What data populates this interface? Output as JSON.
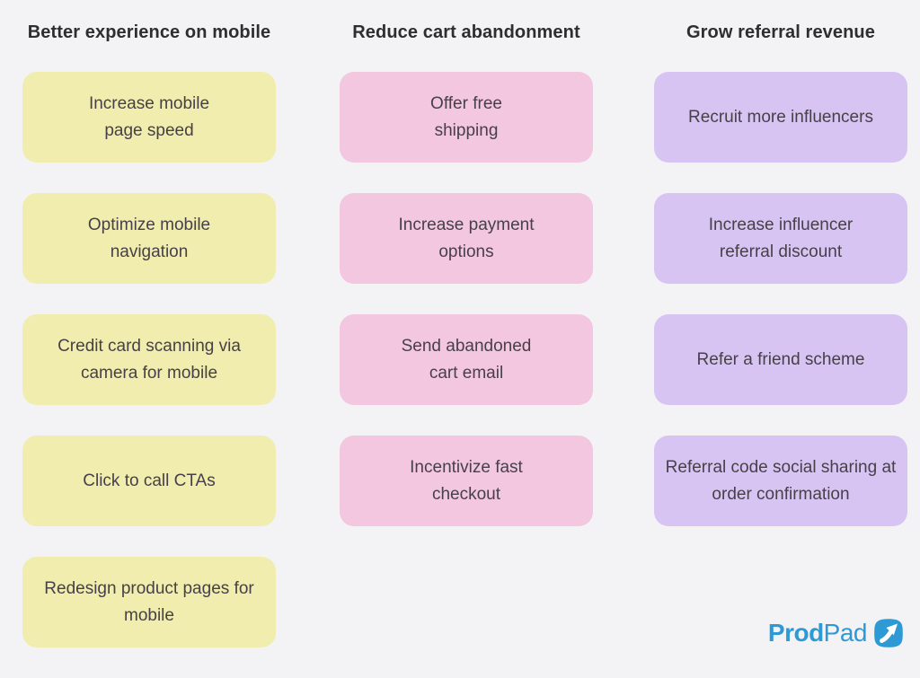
{
  "page": {
    "background": "#F3F3F5",
    "header_text_color": "#2E2D2F",
    "card_text_color": "#474049"
  },
  "columns": [
    {
      "header": "Better experience on mobile",
      "card_color": "#F0EDAF",
      "cards": [
        "Increase mobile\npage speed",
        "Optimize mobile\nnavigation",
        "Credit card scanning via\ncamera for mobile",
        "Click to call CTAs",
        "Redesign product pages for\nmobile"
      ]
    },
    {
      "header": "Reduce cart abandonment",
      "card_color": "#F3C7DF",
      "cards": [
        "Offer free\nshipping",
        "Increase payment\noptions",
        "Send abandoned\ncart email",
        "Incentivize fast\ncheckout"
      ]
    },
    {
      "header": "Grow referral revenue",
      "card_color": "#D8C4F2",
      "cards": [
        "Recruit more influencers",
        "Increase influencer\nreferral discount",
        "Refer a friend scheme",
        "Referral code social sharing at\norder confirmation"
      ]
    }
  ],
  "logo": {
    "name": "ProdPad",
    "text_bold": "Prod",
    "text_light": "Pad",
    "brand_color": "#2E9AD5",
    "icon": "arrow-up-right-icon"
  }
}
